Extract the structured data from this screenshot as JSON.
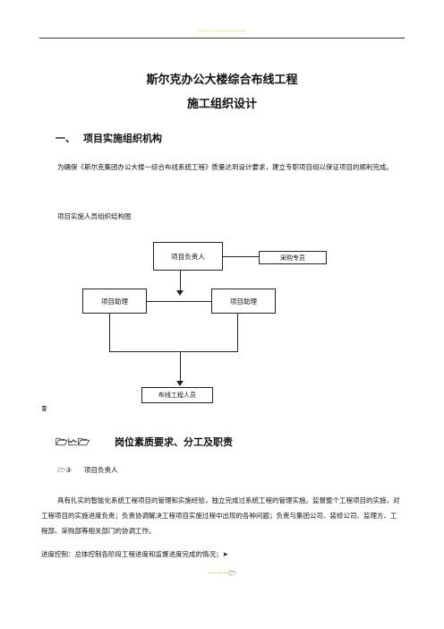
{
  "header": {
    "text": "~~~~~~~~~~~~"
  },
  "title": {
    "line1": "斯尔克办公大楼综合布线工程",
    "line2": "施工组织设计"
  },
  "section1": {
    "number": "一、",
    "title": "项目实施组织机构",
    "paragraph": "为确保《斯尔克集团办公大楼一综合布线系统工程》质量达到设计要求，建立专职项目组以保证项目的顺利完成。",
    "caption": "项目实施人员组织结构图"
  },
  "org_chart": {
    "top": "项目负责人",
    "side": "采购专员",
    "left": "项目助理",
    "right": "项目助理",
    "bottom": "布线工程人员"
  },
  "small_icon": "🖩",
  "section2": {
    "icons": "🗁🗠🗁",
    "title": "岗位素质要求、分工及职责",
    "sub_icon": "🗁③",
    "sub_title": "项目负责人",
    "paragraph": "具有扎实的智能化系统工程项目的管理和实施经验，独立完成过系统工程的管理实施。监督整个工程项目的实施，对工程项目的实施进度负责；负责协调解决工程项目实施过程中出现的各种问题；负责与集团公司、装修公司、监理方、工程部、采购部等相关部门的协调工作。",
    "line3": "进度控制：总体控制各阶段工程进度和监督进度完成的情况；➤"
  },
  "footer": {
    "text": "~~~~",
    "icon": "🗁"
  }
}
